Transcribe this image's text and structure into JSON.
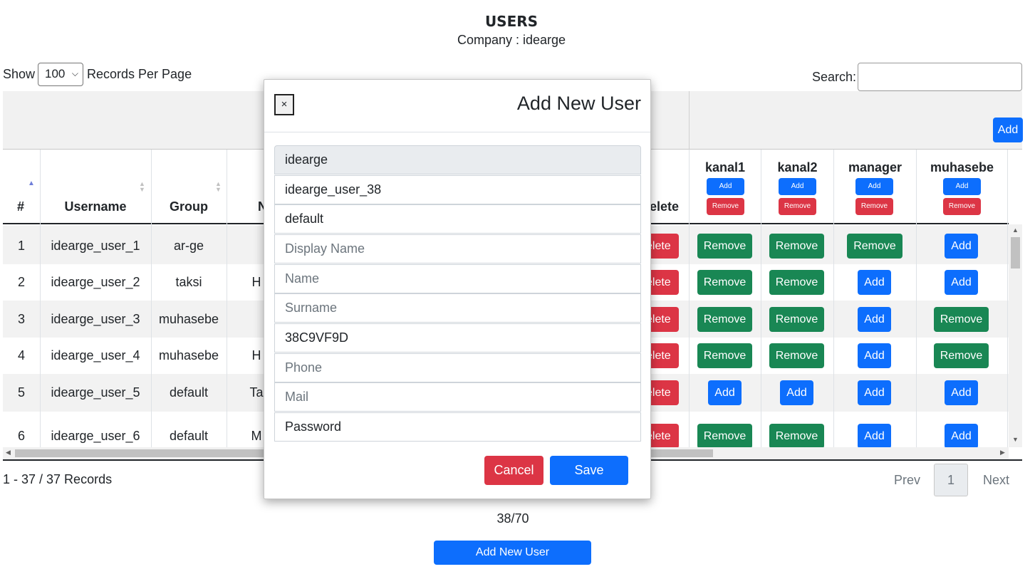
{
  "page": {
    "title": "USERS",
    "subtitle": "Company : idearge"
  },
  "controls": {
    "show_label": "Show",
    "per_page_value": "100",
    "records_per_page_label": "Records Per Page",
    "search_label": "Search:"
  },
  "group_header": {
    "add_button": "Add"
  },
  "columns": {
    "number": "#",
    "username": "Username",
    "group": "Group",
    "name_partial": "N",
    "delete_partial": "elete",
    "channels": [
      {
        "name": "kanal1",
        "add": "Add",
        "remove": "Remove"
      },
      {
        "name": "kanal2",
        "add": "Add",
        "remove": "Remove"
      },
      {
        "name": "manager",
        "add": "Add",
        "remove": "Remove"
      },
      {
        "name": "muhasebe",
        "add": "Add",
        "remove": "Remove"
      }
    ]
  },
  "rows": [
    {
      "num": "1",
      "username": "idearge_user_1",
      "group": "ar-ge",
      "name_partial": "",
      "delete": "elete",
      "channels": [
        "Remove",
        "Remove",
        "Remove",
        "Add"
      ]
    },
    {
      "num": "2",
      "username": "idearge_user_2",
      "group": "taksi",
      "name_partial": "H",
      "delete": "elete",
      "channels": [
        "Remove",
        "Remove",
        "Add",
        "Add"
      ]
    },
    {
      "num": "3",
      "username": "idearge_user_3",
      "group": "muhasebe",
      "name_partial": "",
      "delete": "elete",
      "channels": [
        "Remove",
        "Remove",
        "Add",
        "Remove"
      ]
    },
    {
      "num": "4",
      "username": "idearge_user_4",
      "group": "muhasebe",
      "name_partial": "H",
      "delete": "elete",
      "channels": [
        "Remove",
        "Remove",
        "Add",
        "Remove"
      ]
    },
    {
      "num": "5",
      "username": "idearge_user_5",
      "group": "default",
      "name_partial": "Ta",
      "delete": "elete",
      "channels": [
        "Add",
        "Add",
        "Add",
        "Add"
      ]
    },
    {
      "num": "6",
      "username": "idearge_user_6",
      "group": "default",
      "name_partial": "M",
      "delete": "elete",
      "channels": [
        "Remove",
        "Remove",
        "Add",
        "Add"
      ]
    }
  ],
  "footer": {
    "records_summary": "1 - 37 / 37 Records",
    "prev": "Prev",
    "page": "1",
    "next": "Next",
    "user_count": "38/70",
    "add_new_user_button": "Add New User"
  },
  "modal": {
    "close": "×",
    "title": "Add New User",
    "fields": {
      "company": "idearge",
      "username": "idearge_user_38",
      "group": "default",
      "display_name_placeholder": "Display Name",
      "name_placeholder": "Name",
      "surname_placeholder": "Surname",
      "code": "38C9VF9D",
      "phone_placeholder": "Phone",
      "mail_placeholder": "Mail",
      "password": "Password"
    },
    "cancel": "Cancel",
    "save": "Save"
  },
  "colors": {
    "primary": "#0d6efd",
    "success": "#198754",
    "danger": "#dc3545",
    "stripe": "#f2f2f2"
  }
}
